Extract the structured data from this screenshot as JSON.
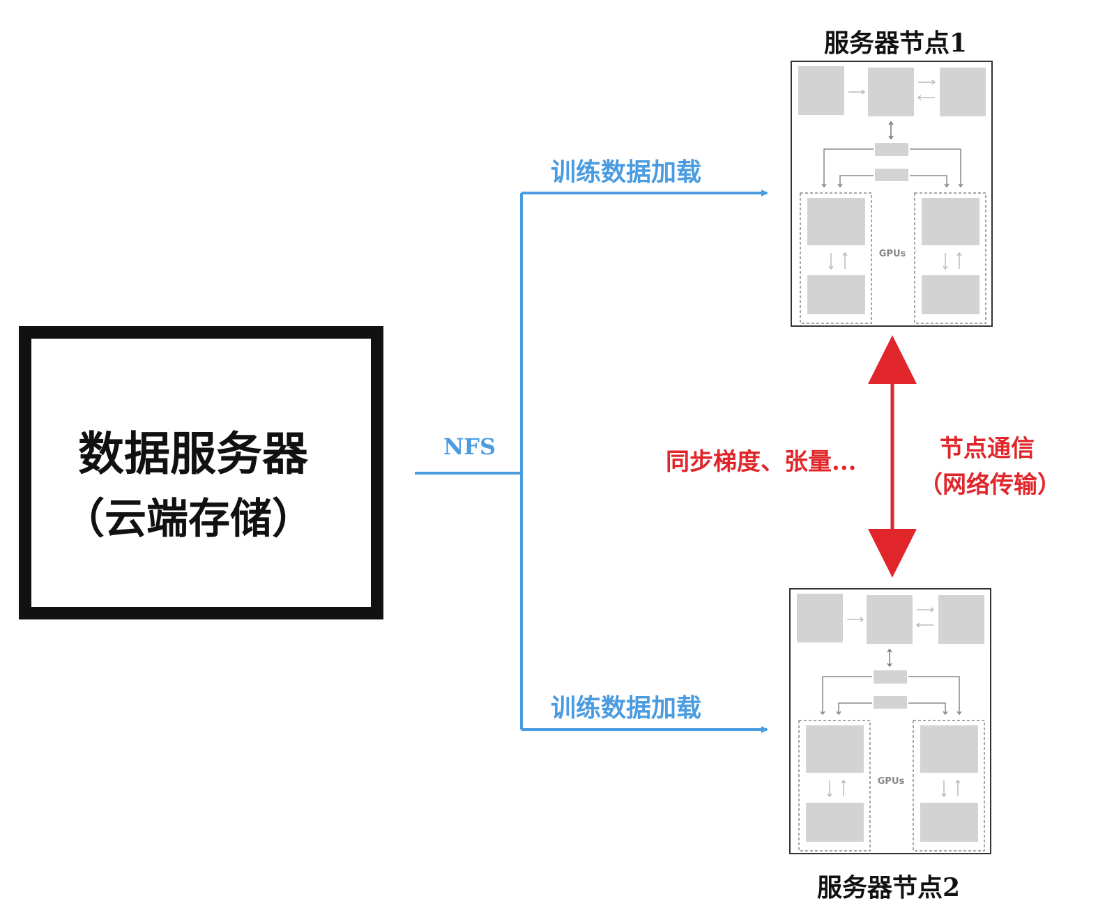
{
  "data_server": {
    "line1": "数据服务器",
    "line2": "（云端存储）"
  },
  "nfs_label": "NFS",
  "load_label_top": "训练数据加载",
  "load_label_bottom": "训练数据加载",
  "node1_title": "服务器节点1",
  "node2_title": "服务器节点2",
  "gpu_label": "GPUs",
  "sync_label": "同步梯度、张量...",
  "comm_label_line1": "节点通信",
  "comm_label_line2": "（网络传输）",
  "colors": {
    "blue": "#4a9be0",
    "red": "#e0262b",
    "gray": "#d3d3d3",
    "black": "#111111"
  }
}
